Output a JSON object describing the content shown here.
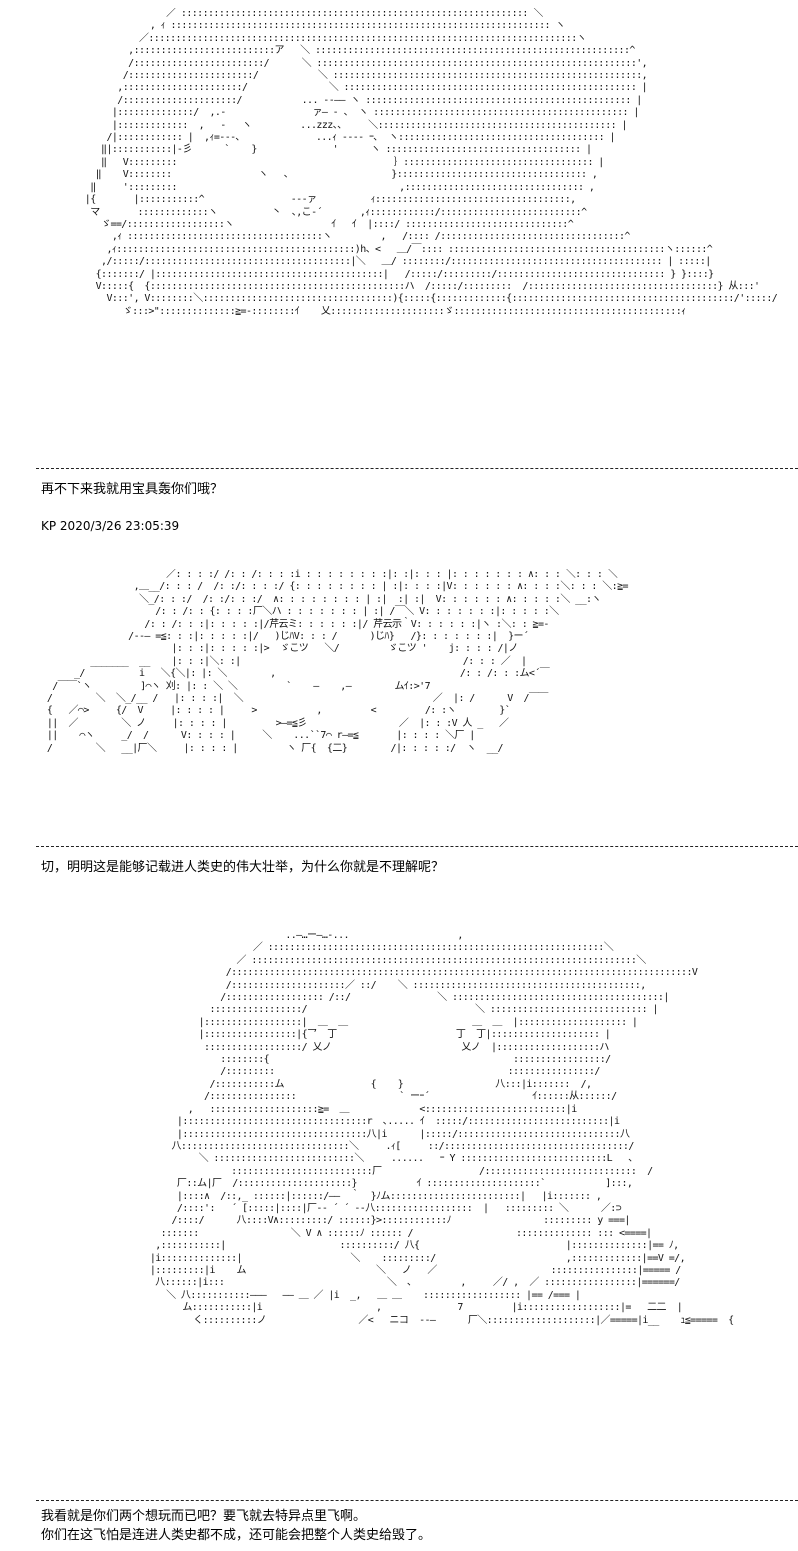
{
  "panels": [
    {
      "art": [
        "                        ／ :::::::::::::::::::::::::::::::::::::::::::::::::::::::::::::::: ＼",
        "                     , ｨ :::::::::::::::::::::::::::::::::::::::::::::::::::::::::::::::::::::: ヽ",
        "                   ／:::::::::::::::::::::::::::::::::::::::::::::::::::::::::::::::::::::::::::::::ヽ",
        "                 ,::::::::::::::::::::::::::ア   ＼ ::::::::::::::::::::::::::::::::::::::::::::::::::::::::::^",
        "                 /::::::::::::::::::::::::/      ＼ :::::::::::::::::::::::::::::::::::::::::::::::::::::::::::',",
        "                /:::::::::::::::::::::::/           ＼ :::::::::::::::::::::::::::::::::::::::::::::::::::::::::,",
        "               ,::::::::::::::::::::::/               ＼ :::::::::::::::::::::::::::::::::::::::::::::::::::::: |",
        "               /:::::::::::::::::::::/           ... ‐‐―― ヽ ::::::::::::::::::::::::::::::::::::::::::::::::: |",
        "              |::::::::::::::/  ,.-                ァ― - 、 ヽ ::::::::::::::::::::::::::::::::::::::::::::::: |",
        "              |:::::::::::::  ,   ‐   ヽ         ...zzz、、    ＼:::::::::::::::::::::::::::::::::::::::::::: |",
        "             /|:::::::::::: |  ,ｨ=‐‐‐､              ...ｨ ‐‐‐‐ ｰ､  ヽ:::::::::::::::::::::::::::::::::::::: |",
        "            ‖|:::::::::::|-彡      `    }              '      ヽ :::::::::::::::::::::::::::::::::::: |",
        "            ‖   V:::::::::                                        ｝::::::::::::::::::::::::::::::::::: |",
        "           ‖    V::::::::                ヽ   ､                   }::::::::::::::::::::::::::::::::::: ,",
        "          ‖     ':::::::::                                         ,::::::::::::::::::::::::::::::::: ,",
        "         |{       |:::::::::::^                ‐‐-ァ          ｨ::::::::::::::::::::::::::::::::::::,",
        "          マ       :::::::::::::ヽ          丶  ､,こ‐´       ,ｨ::::::::::::/::::::::::::::::::::::::::^",
        "            ゞ==/::::::::::::::::::ヽ                  ｲ   ｲ  |::::/ ::::::::::::::::::::::::::::::^",
        "              ,ｨ ::::::::::::::::::::::::::::::::::::ヽ         ,   /:::: /::::::::::::::::::::::::::::::::::^",
        "             ,ｨ::::::::::::::::::::::::::::::::::::::::::::)h、<   ＿/￣:::: ::::::::::::::::::::::::::::::::::::::::ヽ::::::^",
        "            ,/:::::/::::::::::::::::::::::::::::::::::::::|＼   ＿/ ::::::::/::::::::::::::::::::::::::::::::::::::: | :::::|",
        "           {:::::::/ |::::::::::::::::::::::::::::::::::::::::::|   /:::::/:::::::::/::::::::::::::::::::::::::::::: } }::::}",
        "           V:::::{  {:::::::::::::::::::::::::::::::::::::::::::::::ハ  /:::::/:::::::::  /:::::::::::::::::::::::::::::::::::} 从:::'",
        "             V:::', V::::::::＼:::::::::::::::::::::::::::::::::::){:::::{:::::::::::::{:::::::::::::::::::::::::::::::::::::::::/':::::/",
        "                ゞ:::>\"::::::::::::::≧=‐::::::::ｲ    乂:::::::::::::::::::::ゞ::::::::::::::::::::::::::::::::::::::::::ｨ"
      ],
      "caption": "再不下来我就用宝具轰你们哦？"
    },
    {
      "meta": "KP 2020/3/26 23:05:39",
      "art": [
        "                        ／: : : :/ /: : /: : : :i : : : : : : : :|: :|: : : |: : : : : : : ∧: : : ＼: : : ＼",
        "                  ,＿__/: : : /  /: :/: : : :/ {: : : : : : : : | :|: : : :|V: : : : : : ∧: : : :＼: : : ＼:≧=",
        "                   ＼_/: : :/  /: :/: : :/  ∧: : : : : : : : | :|  :| :|  V: : : : : : ∧: : : : :＼ __:ヽ",
        "                      /: : /: : {: : : :厂＼ハ : : : : : : : | :| /￣＼ V: : : : : : :|: : : : :＼",
        "                    /: : /: : :|: : : : :|/芹云ミ: : : : : :|/ 芹云示｀V: : : : : :|ヽ :＼: : ≧=‐",
        "                 /‐‐― =≦: : :|: : : : :|/   )じﾊV: : : /      )じﾊ}   /}: : : : : : :|  }ー´",
        "                         |: : :|: : : : :|>  ゞこツ   ＼/         ゞこツ '    j: : : : /|ノ",
        "          _______  __    |: : :|＼: :|                                         /: : : ／  |",
        "       _/          i   ＼{＼|: |: ＼        ,                                  /: : /: : :ム<´￣",
        "   /￣￣`ヽ         ]⌒ヽ 刈: |: : ＼ ＼         `    ―    ,―        ムｲ:>'7",
        "  /        ＼  ＼_/__ /   |: : : :|  ＼                                   ／  |: /      V  /￣￣",
        "  {   ／⌒>     {/  V     |: : : : |     >           ,         <         /: :ヽ        }`",
        "  ||  ／        ＼ ノ     |: : : : |         >―=≦彡                 ／  |: : :V 人 _   ／",
        "  ||    ⌒ヽ     _/  /      V: : : : |     ＼    ...``7⌒ r―=≦       |: : : : ＼厂 |",
        "  /        ＼   __|厂＼     |: : : : |         ヽ 厂{  {二}        /|: : : : :/  ヽ  __/"
      ],
      "caption": "切，明明这是能够记载进人类史的伟大壮举，为什么你就是不理解呢？"
    },
    {
      "art": [
        "                                              ..―…ー―…‐...                    ,",
        "                                        ／ ::::::::::::::::::::::::::::::::::::::::::::::::::::::::::::::＼",
        "                                     ／ :::::::::::::::::::::::::::::::::::::::::::::::::::::::::::::::::::::::＼",
        "                                   /:::::::::::::::::::::::::::::::::::::::::::::::::::::::::::::::::::::::::::::::::::::V",
        "                                   /:::::::::::::::::::::／ ::/    ＼ ::::::::::::::::::::::::::::::::::::::::::,",
        "                                  /:::::::::::::::::: /::/                ＼ :::::::::::::::::::::::::::::::::::::::|",
        "                                :::::::::::::::::/                               ＼ ::::::::::::::::::::::::::::: |",
        "                              |::::::::::::::::::|  ＿  ＿                       ＿  ＿  |:::::::::::::::::::: |",
        "                              |:::::::::::::::::|{乛  丁                      丁  丁|:::::::::::::::::::: |",
        "                               ::::::::::::::::::/ 乂ノ                        乂ノ  |:::::::::::::::::::ハ",
        "                                  ::::::::{                                             :::::::::::::::::/",
        "                                  /:::::::::                                           ::::::::::::::::/",
        "                                /:::::::::::ム                {    }                 八:::|i:::::::  /,",
        "                               /::::::::::::::::                   ` ーｰ´                   ｲ::::::从::::::/",
        "                            ,   ::::::::::::::::::::≧=  ＿             <::::::::::::::::::::::::::|i",
        "                          |::::::::::::::::::::::::::::::::::r  ､..... ｲ  :::::/::::::::::::::::::::::::::|i",
        "                          |::::::::::::::::::::::::::::::::::八|i      |:::::/::::::::::::::::::::::::::::::八",
        "                         八:::::::::::::::::::::::::::::::＼     .ｨ[     ::/::::::::::::::::::::::::::::::::::/",
        "                              ＼ ::::::::::::::::::::::::::＼     ......   ｰ Y :::::::::::::::::::::::::::L   ､",
        "                                    ::::::::::::::::::::::::::厂                  /::::::::::::::::::::::::::::  /",
        "                          厂::ム|厂  /:::::::::::::::::::::}           ｲ :::::::::::::::::::::`           ]:::,",
        "                          |::::∧  /::,_ ::::::|::::::/――  ｀  }ﾉム::::::::::::::::::::::::|   |i::::::: ,",
        "                          /::::':   ´ [:::::|::::|厂‐‐ ´ ´ ‐‐八::::::::::::::::::  |   ::::::::: ＼      ／:⊃",
        "                         /::::/      八::::V∧:::::::::/ ::::::}>::::::::::::ﾉ                 ::::::::: y ===|",
        "                       :::::::                 ＼ V ∧ ::::::ﾉ :::::: /                   :::::::::::::: ::: <====|",
        "                      ,:::::::::::|                     ::::::::::/ 八{                           |::::::::::::::|== ﾉ,",
        "                     |i::::::::::::::|                    ＼    :::::::::/                        ,:::::::::::::|==V =/,",
        "                     |:::::::::|i    ム                        ＼   ノ   ／                     ::::::::::::::::|===== /",
        "                      八::::::|i:::                              ＼  ､         ,     ／/ ,  ／ :::::::::::::::::|======/",
        "                        ＼ 八:::::::::::―――   ―― ＿ ／ |i  _,   ＿ ＿    :::::::::::::::::: |== /=== |",
        "                           ム:::::::::::|i                     ,              7         |i::::::::::::::::::|=   二二  |",
        "                             く::::::::::ノ                 ／<   ニコ  ‐‐―      厂＼::::::::::::::::::::|／=====|i__    ｭ≦=====  {"
      ],
      "caption_lines": [
        "我看就是你们两个想玩而已吧？要飞就去特异点里飞啊。",
        "你们在这飞怕是连进人类史都不成，还可能会把整个人类史给毁了。"
      ]
    }
  ]
}
